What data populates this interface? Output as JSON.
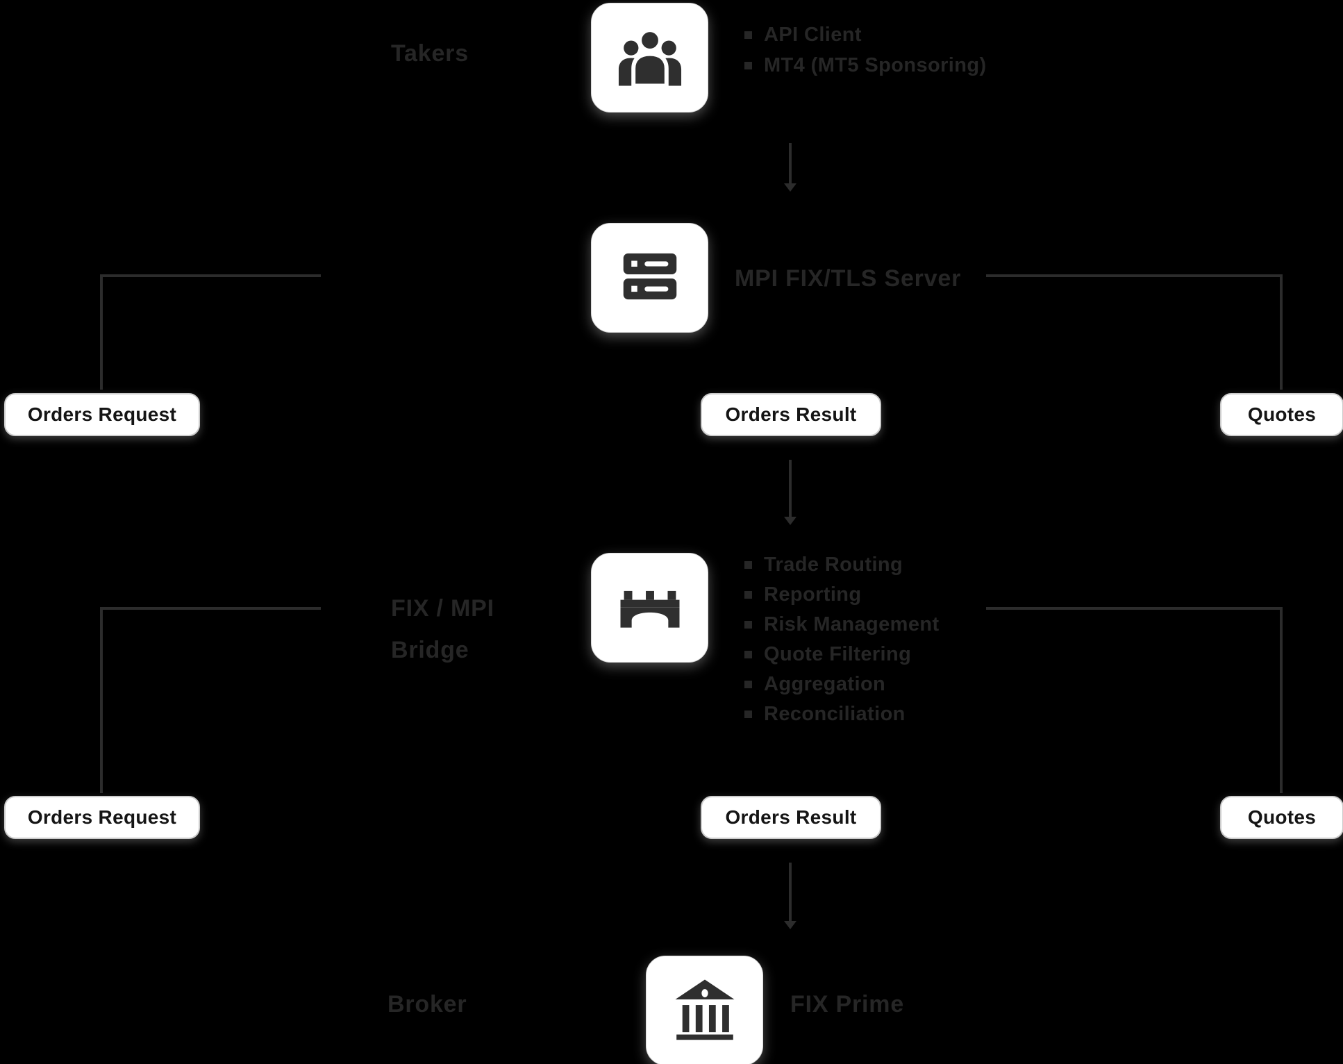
{
  "takers": {
    "label": "Takers",
    "bullets": [
      "API Client",
      "MT4 (MT5 Sponsoring)"
    ]
  },
  "server": {
    "label": "MPI FIX/TLS Server"
  },
  "bridge": {
    "label_line1": "FIX / MPI",
    "label_line2": "Bridge",
    "bullets": [
      "Trade Routing",
      "Reporting",
      "Risk Management",
      "Quote Filtering",
      "Aggregation",
      "Reconciliation"
    ]
  },
  "broker": {
    "label": "Broker",
    "endpoint_label": "FIX Prime"
  },
  "pills": {
    "row1": {
      "orders_request": "Orders Request",
      "orders_result": "Orders Result",
      "quotes": "Quotes"
    },
    "row2": {
      "orders_request": "Orders Request",
      "orders_result": "Orders Result",
      "quotes": "Quotes"
    }
  },
  "icons": {
    "takers": "people-group-icon",
    "server": "server-icon",
    "bridge": "bridge-icon",
    "broker": "bank-icon"
  },
  "colors": {
    "background": "#000000",
    "node_bg": "#ffffff",
    "dim_text": "#262626",
    "icon": "#2f2f2f",
    "connector": "#2c2c2c",
    "pill_text": "#151515"
  }
}
